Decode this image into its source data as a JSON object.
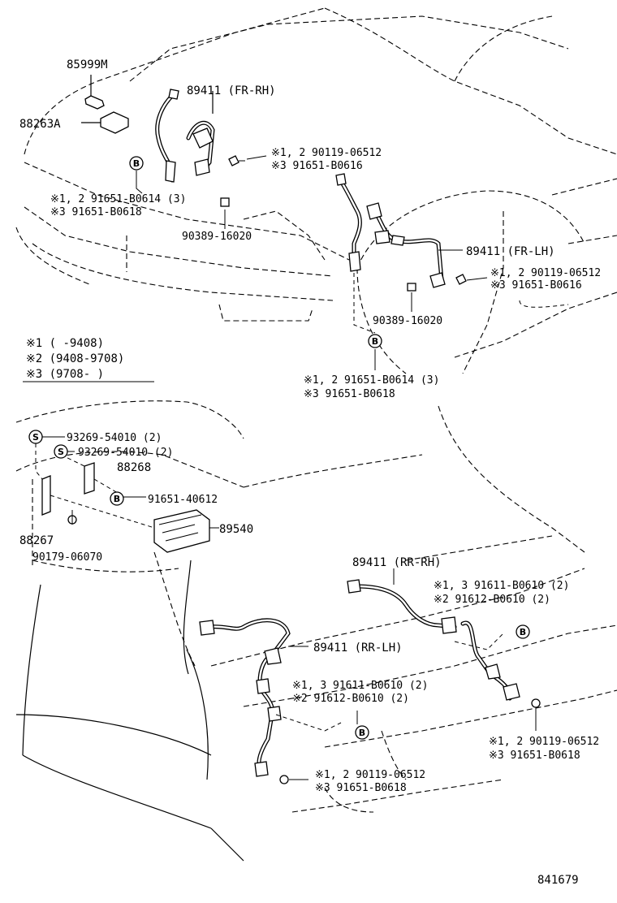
{
  "parts": {
    "p85999M": "85999M",
    "p88263A": "88263A",
    "p89411_fr_rh": "89411 (FR-RH)",
    "fr_rh_bolt_1": "※1, 2 90119-06512",
    "fr_rh_bolt_2": "※3   91651-B0616",
    "fr_rh_b_1": "※1, 2 91651-B0614 (3)",
    "fr_rh_b_2": "※3   91651-B0618",
    "fr_rh_clip": "90389-16020",
    "p89411_fr_lh": "89411 (FR-LH)",
    "fr_lh_bolt_1": "※1, 2 90119-06512",
    "fr_lh_bolt_2": "※3   91651-B0616",
    "fr_lh_clip": "90389-16020",
    "fr_lh_b_1": "※1, 2 91651-B0614 (3)",
    "fr_lh_b_2": "※3   91651-B0618",
    "s_bolt_1": "93269-54010 (2)",
    "s_bolt_2": "93269-54010 (2)",
    "p88268": "88268",
    "b_91651_40612": "91651-40612",
    "p88267": "88267",
    "p90179": "90179-06070",
    "p89540": "89540",
    "p89411_rr_rh": "89411 (RR-RH)",
    "rr_rh_b_1": "※1, 3   91611-B0610 (2)",
    "rr_rh_b_2": "※2     91612-B0610 (2)",
    "rr_rh_bolt_1": "※1, 2 90119-06512",
    "rr_rh_bolt_2": "※3   91651-B0618",
    "p89411_rr_lh": "89411 (RR-LH)",
    "rr_lh_b_1": "※1, 3 91611-B0610 (2)",
    "rr_lh_b_2": "※2   91612-B0610 (2)",
    "rr_lh_bolt_1": "※1, 2 90119-06512",
    "rr_lh_bolt_2": "※3   91651-B0618"
  },
  "legend": {
    "note1": "※1 (      -9408)",
    "note2": "※2 (9408-9708)",
    "note3": "※3 (9708-      )"
  },
  "markers": {
    "b": "B",
    "s": "S"
  },
  "diagram_id": "841679"
}
